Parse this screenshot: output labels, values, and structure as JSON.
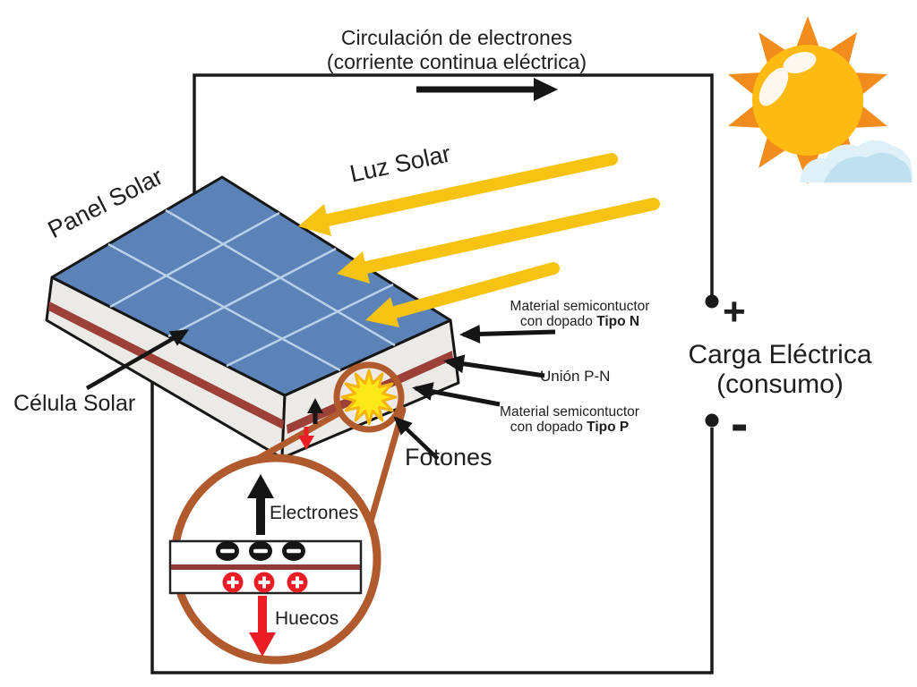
{
  "diagram": {
    "title_line1": "Circulación de electrones",
    "title_line2": "(corriente continua eléctrica)",
    "labels": {
      "panel": "Panel Solar",
      "light": "Luz Solar",
      "cell": "Célula Solar",
      "photons": "Fotones",
      "electrons": "Electrones",
      "holes": "Huecos",
      "junction": "Unión P-N",
      "material_n_line1": "Material semicontuctor",
      "material_n_line2_prefix": "con dopado ",
      "material_n_line2_bold": "Tipo N",
      "material_p_line1": "Material semicontuctor",
      "material_p_line2_prefix": "con dopado ",
      "material_p_line2_bold": "Tipo P"
    },
    "load": {
      "plus": "+",
      "minus": "-",
      "name_line1": "Carga Eléctrica",
      "name_line2": "(consumo)"
    },
    "colors": {
      "wire": "#1a1a1a",
      "panel_top": "#5b83b7",
      "panel_grid": "#b9d0e8",
      "panel_side": "#eceae7",
      "junction_stripe": "#9c4038",
      "magnifier": "#b05a2e",
      "sun_ray": "#f6c313",
      "sun_petal": "#f28d1d",
      "sun_body": "#fcba12",
      "cloud": "#bfe0ef",
      "electron": "#151515",
      "hole": "#ea1d25",
      "starburst": "#ffe81a"
    }
  }
}
